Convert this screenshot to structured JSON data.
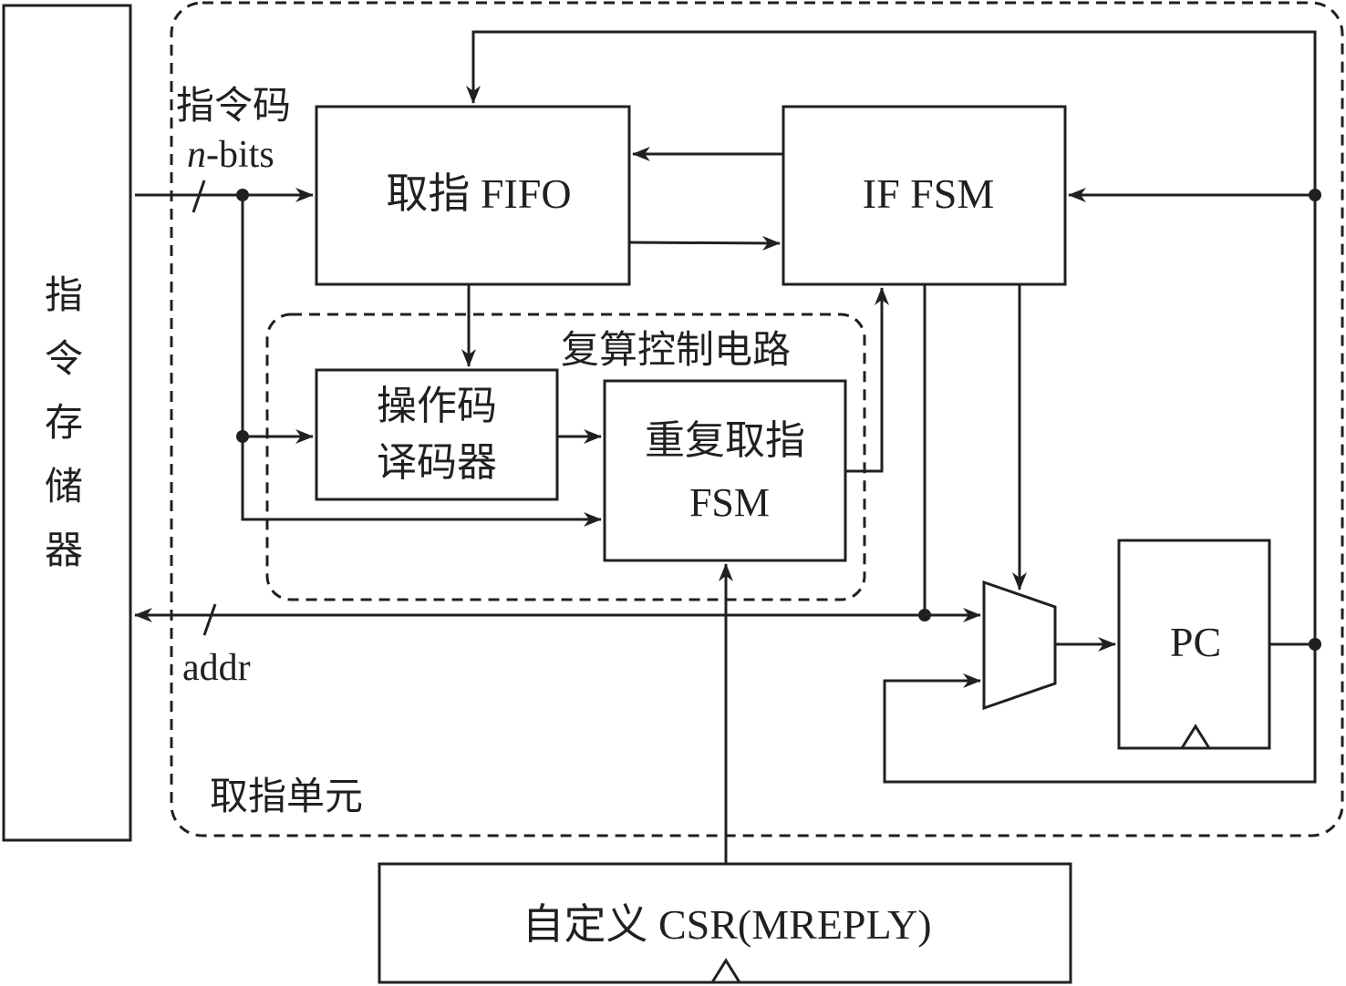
{
  "diagram": {
    "instruction_memory": {
      "label_chars": [
        "指",
        "令",
        "存",
        "储",
        "器"
      ]
    },
    "fetch_unit": {
      "label": "取指单元"
    },
    "instr_bus": {
      "label_line1": "指令码",
      "label_italic": "n",
      "label_rest": "-bits"
    },
    "addr_bus": {
      "label": "addr"
    },
    "fetch_fifo": {
      "label": "取指 FIFO"
    },
    "if_fsm": {
      "label": "IF FSM"
    },
    "replay_region": {
      "label": "复算控制电路"
    },
    "opcode_decoder": {
      "line1": "操作码",
      "line2": "译码器"
    },
    "replay_fsm": {
      "line1": "重复取指",
      "line2": "FSM"
    },
    "pc": {
      "label": "PC"
    },
    "csr": {
      "label": "自定义 CSR(MREPLY)"
    }
  }
}
